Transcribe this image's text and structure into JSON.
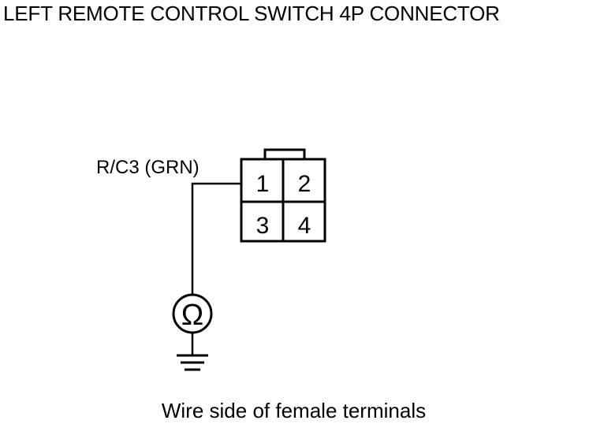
{
  "title": "LEFT REMOTE CONTROL SWITCH 4P CONNECTOR",
  "wire_label": "R/C3 (GRN)",
  "connector": {
    "terminals": [
      "1",
      "2",
      "3",
      "4"
    ]
  },
  "meter_symbol": "Ω",
  "caption": "Wire side of female terminals",
  "icons": [
    "ohmmeter-icon",
    "ground-icon"
  ]
}
